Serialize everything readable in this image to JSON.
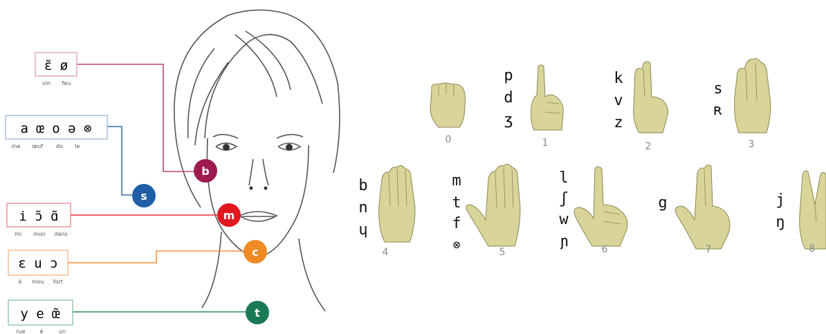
{
  "vowel_groups": [
    {
      "id": "b",
      "symbols": "ɛ̃  ø",
      "words": [
        "vin",
        "feu"
      ],
      "color": "#c0456f"
    },
    {
      "id": "s",
      "symbols": "a  œ  o  ə  ⊗",
      "words": [
        "ma",
        "œuf",
        "do",
        "le"
      ],
      "color": "#3a6ea5"
    },
    {
      "id": "m",
      "symbols": "i  ɔ̃  ɑ̃",
      "words": [
        "mi",
        "mon",
        "dans"
      ],
      "color": "#e8283b"
    },
    {
      "id": "c",
      "symbols": "ɛ  u  ɔ",
      "words": [
        "è",
        "mou",
        "fort"
      ],
      "color": "#f5923e"
    },
    {
      "id": "t",
      "symbols": "y  e  œ̃",
      "words": [
        "rue",
        "é",
        "un"
      ],
      "color": "#2e8b57"
    }
  ],
  "positions": [
    {
      "letter": "b",
      "color": "#9e1b4f"
    },
    {
      "letter": "s",
      "color": "#1f5fa8"
    },
    {
      "letter": "m",
      "color": "#e3161f"
    },
    {
      "letter": "c",
      "color": "#f08a24"
    },
    {
      "letter": "t",
      "color": "#1a7a55"
    }
  ],
  "handshapes": [
    {
      "number": "0",
      "consonants": []
    },
    {
      "number": "1",
      "consonants": [
        "p",
        "d",
        "ʒ"
      ]
    },
    {
      "number": "2",
      "consonants": [
        "k",
        "v",
        "z"
      ]
    },
    {
      "number": "3",
      "consonants": [
        "s",
        "ʀ"
      ]
    },
    {
      "number": "4",
      "consonants": [
        "b",
        "n",
        "ɥ"
      ]
    },
    {
      "number": "5",
      "consonants": [
        "m",
        "t",
        "f",
        "⊗"
      ]
    },
    {
      "number": "6",
      "consonants": [
        "l",
        "ʃ",
        "w",
        "ɲ"
      ]
    },
    {
      "number": "7",
      "consonants": [
        "g"
      ]
    },
    {
      "number": "8",
      "consonants": [
        "j",
        "ŋ"
      ]
    }
  ],
  "hand_color": "#d9d49a"
}
